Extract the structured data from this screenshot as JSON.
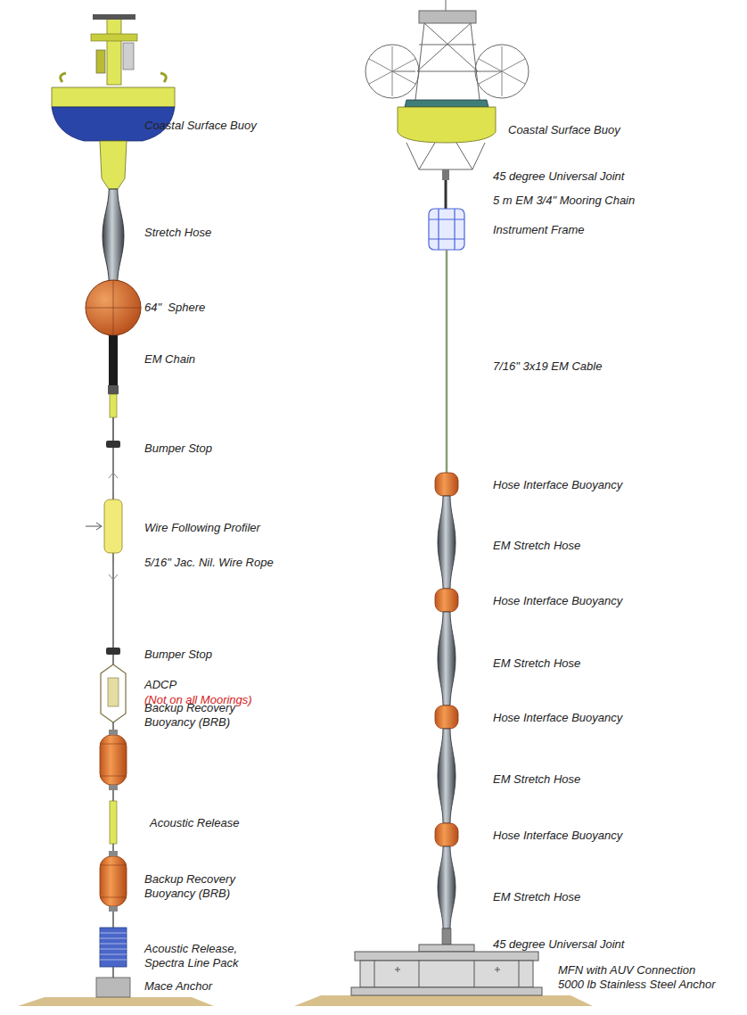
{
  "diagram": {
    "labels": [
      "Coastal Surface Buoy",
      "Stretch Hose",
      "64\"  Sphere",
      "EM Chain",
      "Bumper Stop",
      "Wire Following Profiler",
      "5/16\" Jac. Nil. Wire Rope",
      "Bumper Stop",
      "ADCP",
      "(Not on all Moorings)",
      "Backup Recovery Buoyancy (BRB)",
      "Acoustic Release",
      "Backup Recovery Buoyancy (BRB)",
      "Acoustic Release, Spectra Line Pack",
      "Mace Anchor",
      "Coastal Surface Buoy",
      "45 degree Universal Joint",
      "5 m EM 3/4\" Mooring Chain",
      "Instrument Frame",
      "7/16\" 3x19 EM Cable",
      "Hose Interface Buoyancy",
      "EM Stretch Hose",
      "Hose Interface Buoyancy",
      "EM Stretch Hose",
      "Hose Interface Buoyancy",
      "EM Stretch Hose",
      "Hose Interface Buoyancy",
      "EM Stretch Hose",
      "45 degree Universal Joint",
      "MFN with AUV Connection",
      "5000 lb Stainless Steel Anchor"
    ]
  }
}
